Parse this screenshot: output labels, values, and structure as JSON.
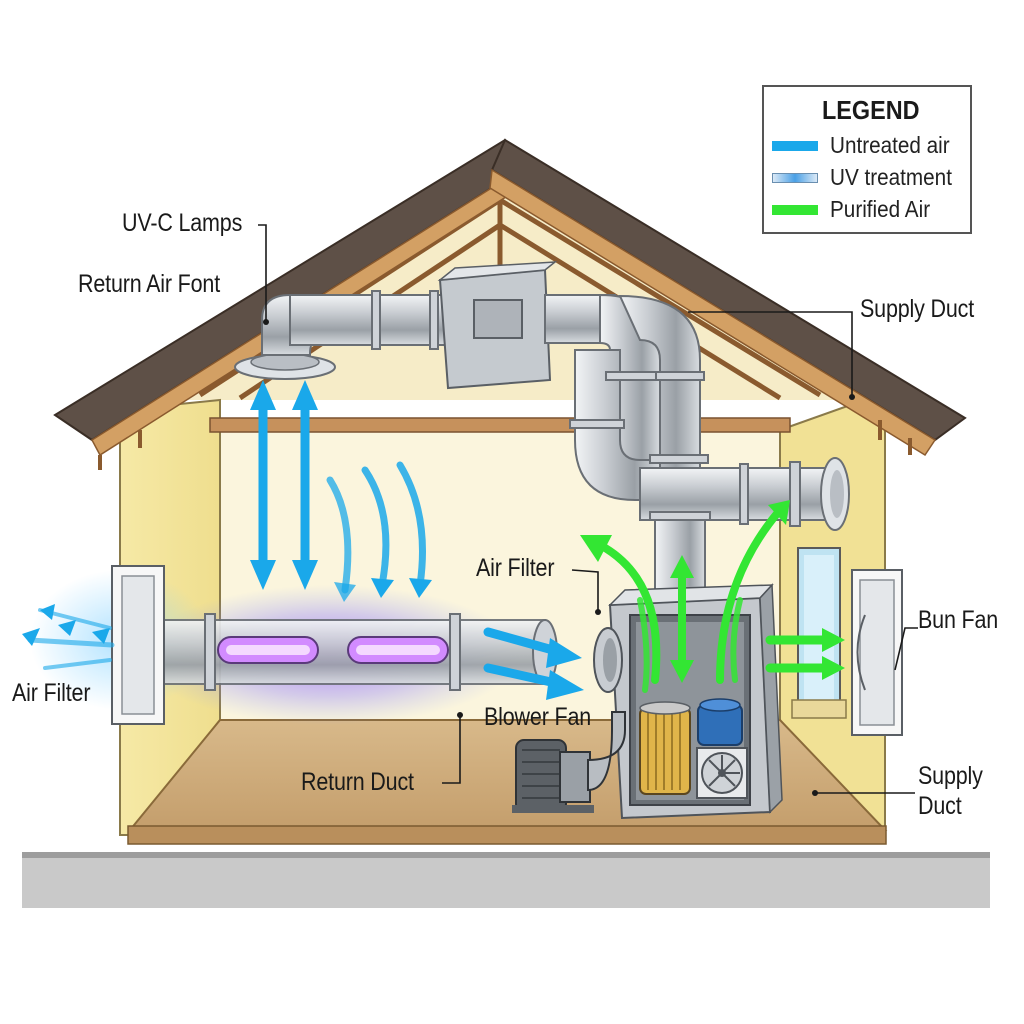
{
  "legend": {
    "title": "LEGEND",
    "items": [
      {
        "label": "Untreated air",
        "color": "#1aa8ea"
      },
      {
        "label": "UV treatment",
        "color": "#7fb7e6"
      },
      {
        "label": "Purified Air",
        "color": "#33e633"
      }
    ]
  },
  "labels": {
    "uvc_lamps": "UV-C Lamps",
    "return_air_font": "Return Air Font",
    "supply_duct_top": "Supply Duct",
    "air_filter_center": "Air Filter",
    "bun_fan": "Bun Fan",
    "air_filter_left": "Air Filter",
    "blower_fan": "Blower Fan",
    "return_duct": "Return Duct",
    "supply_duct_bottom_1": "Supply",
    "supply_duct_bottom_2": "Duct"
  },
  "colors": {
    "untreated_air": "#1aa8ea",
    "uv_glow": "#a54dff",
    "purified_air": "#33e633",
    "wall": "#f3e39a",
    "roof": "#6b5a4a"
  }
}
